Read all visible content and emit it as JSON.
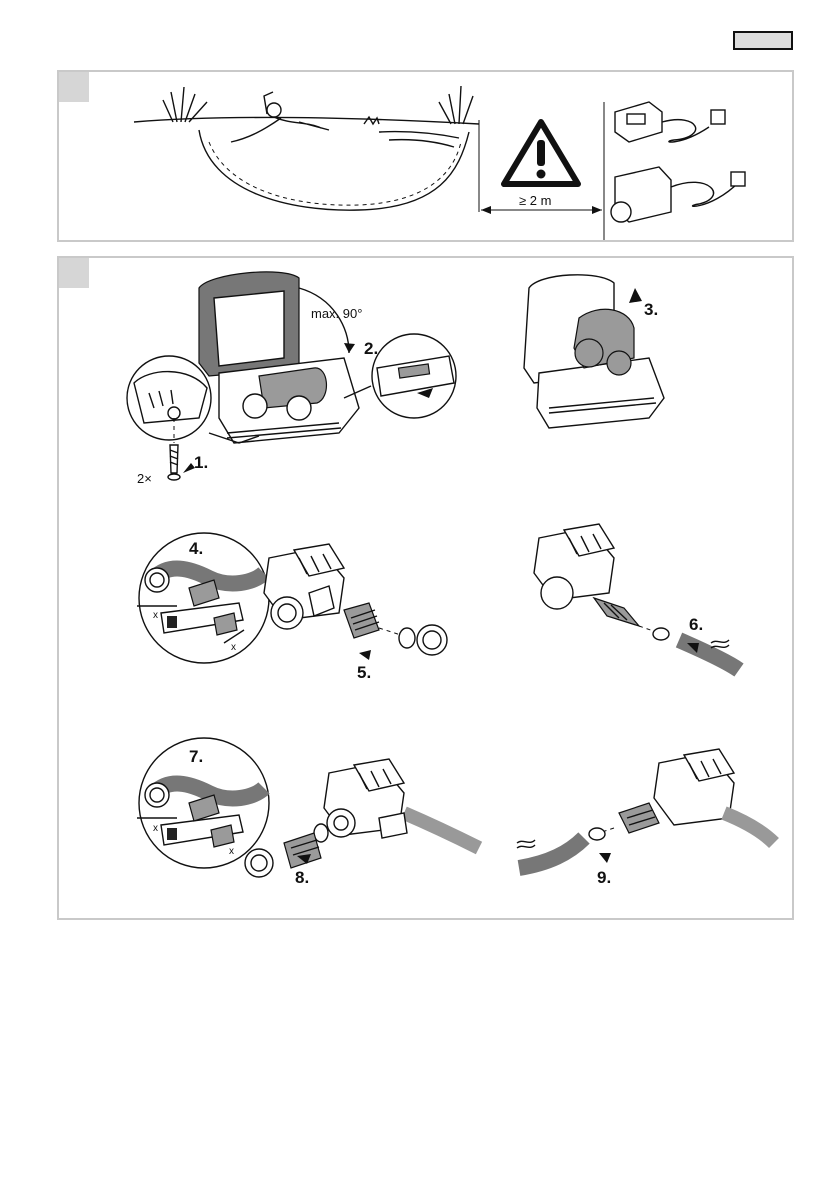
{
  "header": {
    "tab_label": ""
  },
  "panel_a": {
    "distance_label": "≥ 2 m",
    "warning_icon": "warning-triangle-icon"
  },
  "panel_b": {
    "angle_label": "max. 90°",
    "screw_count_label": "2×",
    "dimension_label": "x",
    "steps": [
      "1.",
      "2.",
      "3.",
      "4.",
      "5.",
      "6.",
      "7.",
      "8.",
      "9."
    ]
  },
  "colors": {
    "panel_border": "#c9c9c9",
    "corner": "#d6d6d6",
    "hose": "#777777"
  }
}
